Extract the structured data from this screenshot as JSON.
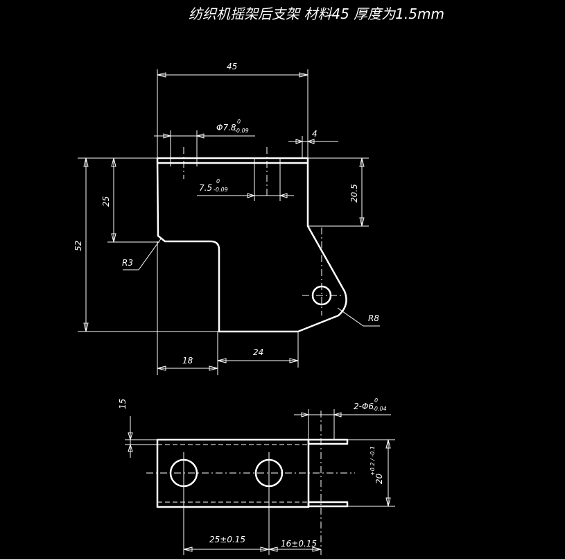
{
  "title": "纺织机摇架后支架  材料45  厚度为1.5mm",
  "colors": {
    "background": "#000000",
    "lines": "#ffffff"
  },
  "dims": {
    "width_45": "45",
    "hole_dia": "Φ7.8",
    "hole_dia_up": "0",
    "hole_dia_low": "-0.09",
    "four": "4",
    "slot": "7.5",
    "slot_up": "0",
    "slot_low": "-0.09",
    "d_25": "25",
    "d_52": "52",
    "d_205": "20.5",
    "r3": "R3",
    "r8": "R8",
    "d_18": "18",
    "d_24": "24",
    "d_15": "15",
    "holes2": "2-Φ6",
    "holes2_up": "0",
    "holes2_low": "-0.04",
    "d_20": "20",
    "d_20_tol": "+0.2 / -0.1",
    "d_257": "25±0.15",
    "d_167": "16±0.15"
  }
}
